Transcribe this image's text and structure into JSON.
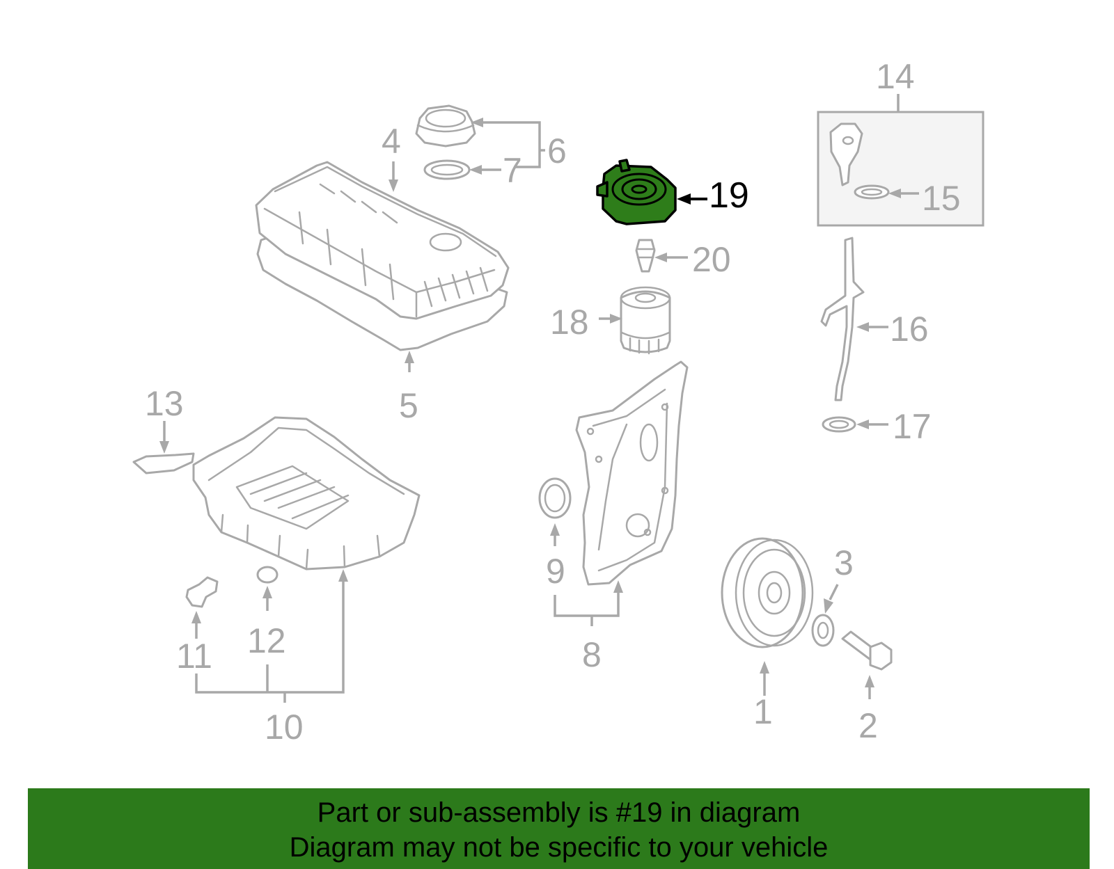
{
  "callouts": {
    "c1": "1",
    "c2": "2",
    "c3": "3",
    "c4": "4",
    "c5": "5",
    "c6": "6",
    "c7": "7",
    "c8": "8",
    "c9": "9",
    "c10": "10",
    "c11": "11",
    "c12": "12",
    "c13": "13",
    "c14": "14",
    "c15": "15",
    "c16": "16",
    "c17": "17",
    "c18": "18",
    "c19": "19",
    "c20": "20"
  },
  "highlight": {
    "part_number": "19",
    "color": "#2e7d1a"
  },
  "colors": {
    "line_gray": "#a8a8a8",
    "banner_green": "#2c7a1b"
  },
  "banner": {
    "line1": "Part or sub-assembly is #19 in diagram",
    "line2": "Diagram may not be specific to your vehicle"
  }
}
